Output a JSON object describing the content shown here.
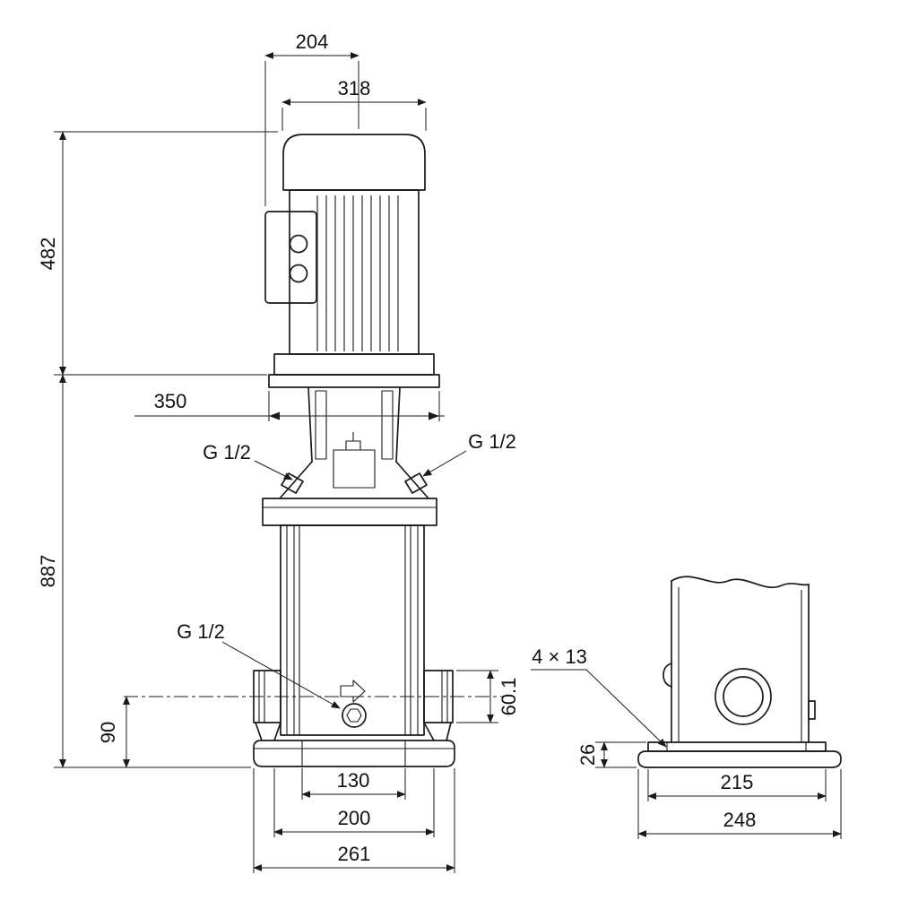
{
  "drawing": {
    "title": "Vertical multistage pump dimensional drawing",
    "front_view": {
      "dim_204": "204",
      "dim_318": "318",
      "dim_482": "482",
      "dim_350": "350",
      "dim_887": "887",
      "plug_top_left": "G 1/2",
      "plug_top_right": "G 1/2",
      "plug_drain": "G 1/2",
      "dim_90": "90",
      "dim_60_1": "60.1",
      "dim_130": "130",
      "dim_200": "200",
      "dim_261": "261"
    },
    "side_view": {
      "holes": "4 × 13",
      "dim_26": "26",
      "dim_215": "215",
      "dim_248": "248"
    }
  }
}
